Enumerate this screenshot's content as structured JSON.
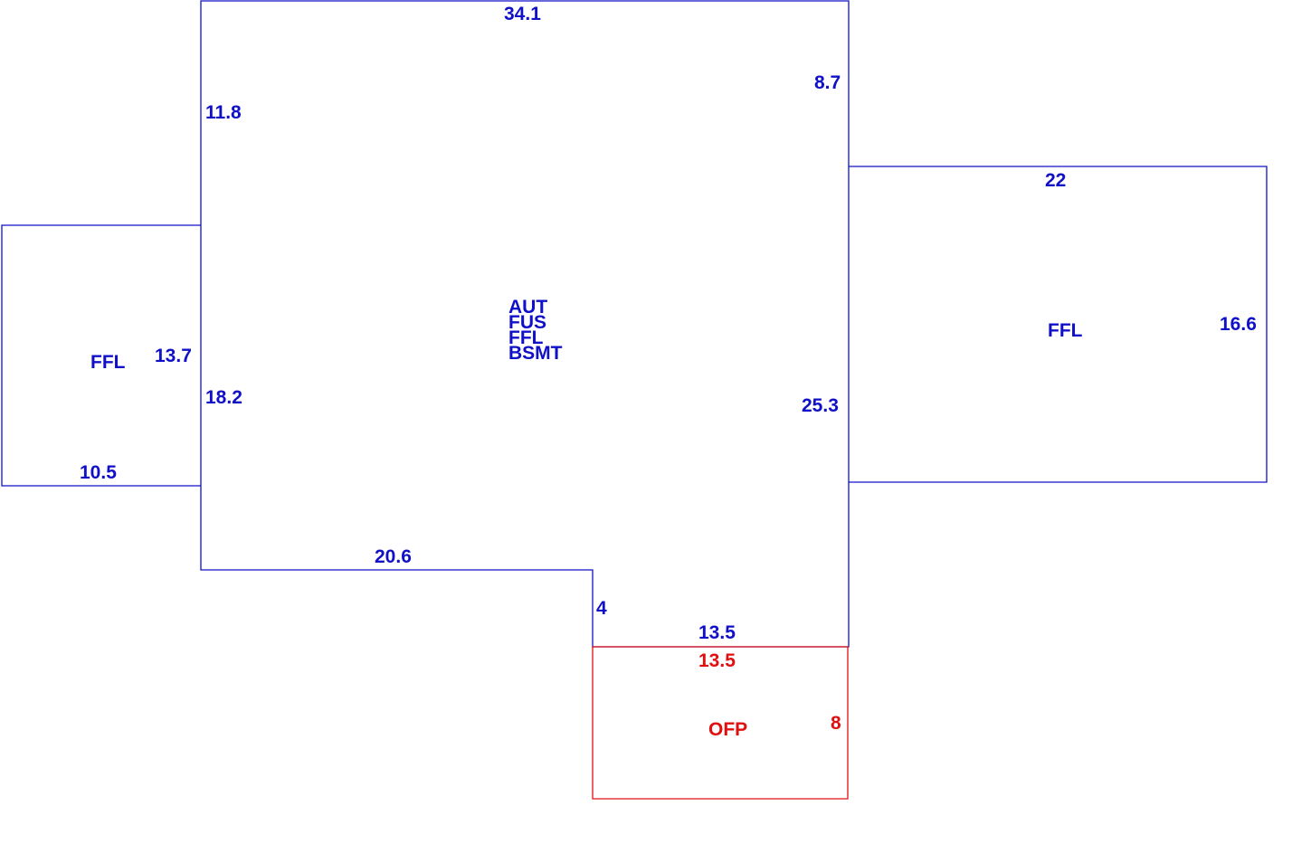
{
  "colors": {
    "main": "#1010c8",
    "porch": "#e01010"
  },
  "main": {
    "top": "34.1",
    "left_upper": "11.8",
    "left_lower": "18.2",
    "right_upper": "8.7",
    "right_lower": "25.3",
    "bottom_left": "20.6",
    "step": "4",
    "bottom_right": "13.5",
    "codes": [
      "AUT",
      "FUS",
      "FFL",
      "BSMT"
    ]
  },
  "left_wing": {
    "label": "FFL",
    "height": "13.7",
    "width": "10.5"
  },
  "right_wing": {
    "label": "FFL",
    "width": "22",
    "height": "16.6"
  },
  "porch": {
    "label": "OFP",
    "width": "13.5",
    "height": "8"
  }
}
